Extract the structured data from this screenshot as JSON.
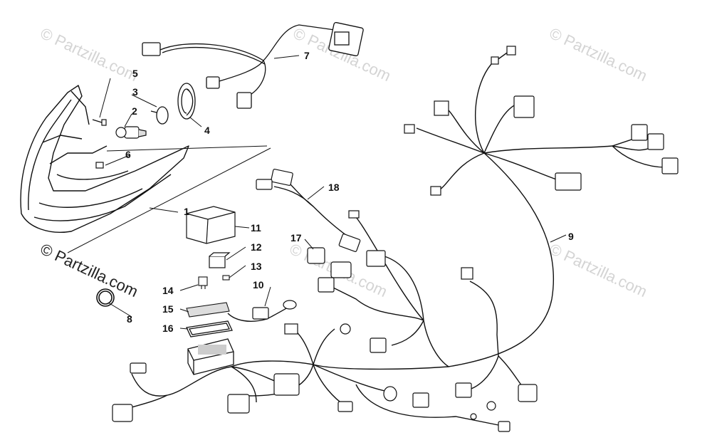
{
  "diagram": {
    "callouts": {
      "c1": "1",
      "c2": "2",
      "c3": "3",
      "c4": "4",
      "c5": "5",
      "c6": "6",
      "c7": "7",
      "c8": "8",
      "c9": "9",
      "c10": "10",
      "c11": "11",
      "c12": "12",
      "c13": "13",
      "c14": "14",
      "c15": "15",
      "c16": "16",
      "c17": "17",
      "c18": "18"
    },
    "watermarks": {
      "w1": "© Partzilla.com",
      "w2": "© Partzilla.com",
      "w3": "© Partzilla.com",
      "w4": "© Partzilla.com",
      "w5": "© Partzilla.com",
      "w6": "© Partzilla.com"
    }
  }
}
